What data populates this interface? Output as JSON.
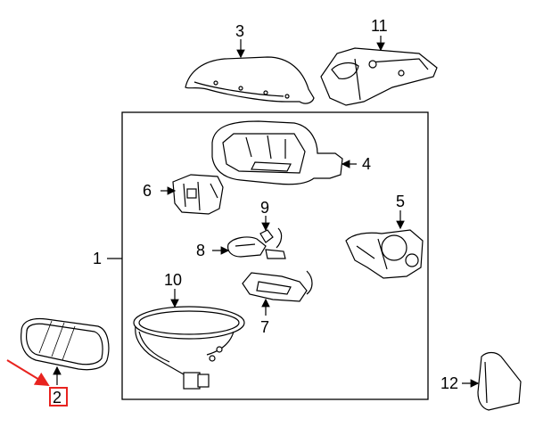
{
  "diagram": {
    "callouts": {
      "c1": "1",
      "c2": "2",
      "c3": "3",
      "c4": "4",
      "c5": "5",
      "c6": "6",
      "c7": "7",
      "c8": "8",
      "c9": "9",
      "c10": "10",
      "c11": "11",
      "c12": "12"
    },
    "highlight_color": "#e8231f",
    "highlighted_part": "2"
  }
}
